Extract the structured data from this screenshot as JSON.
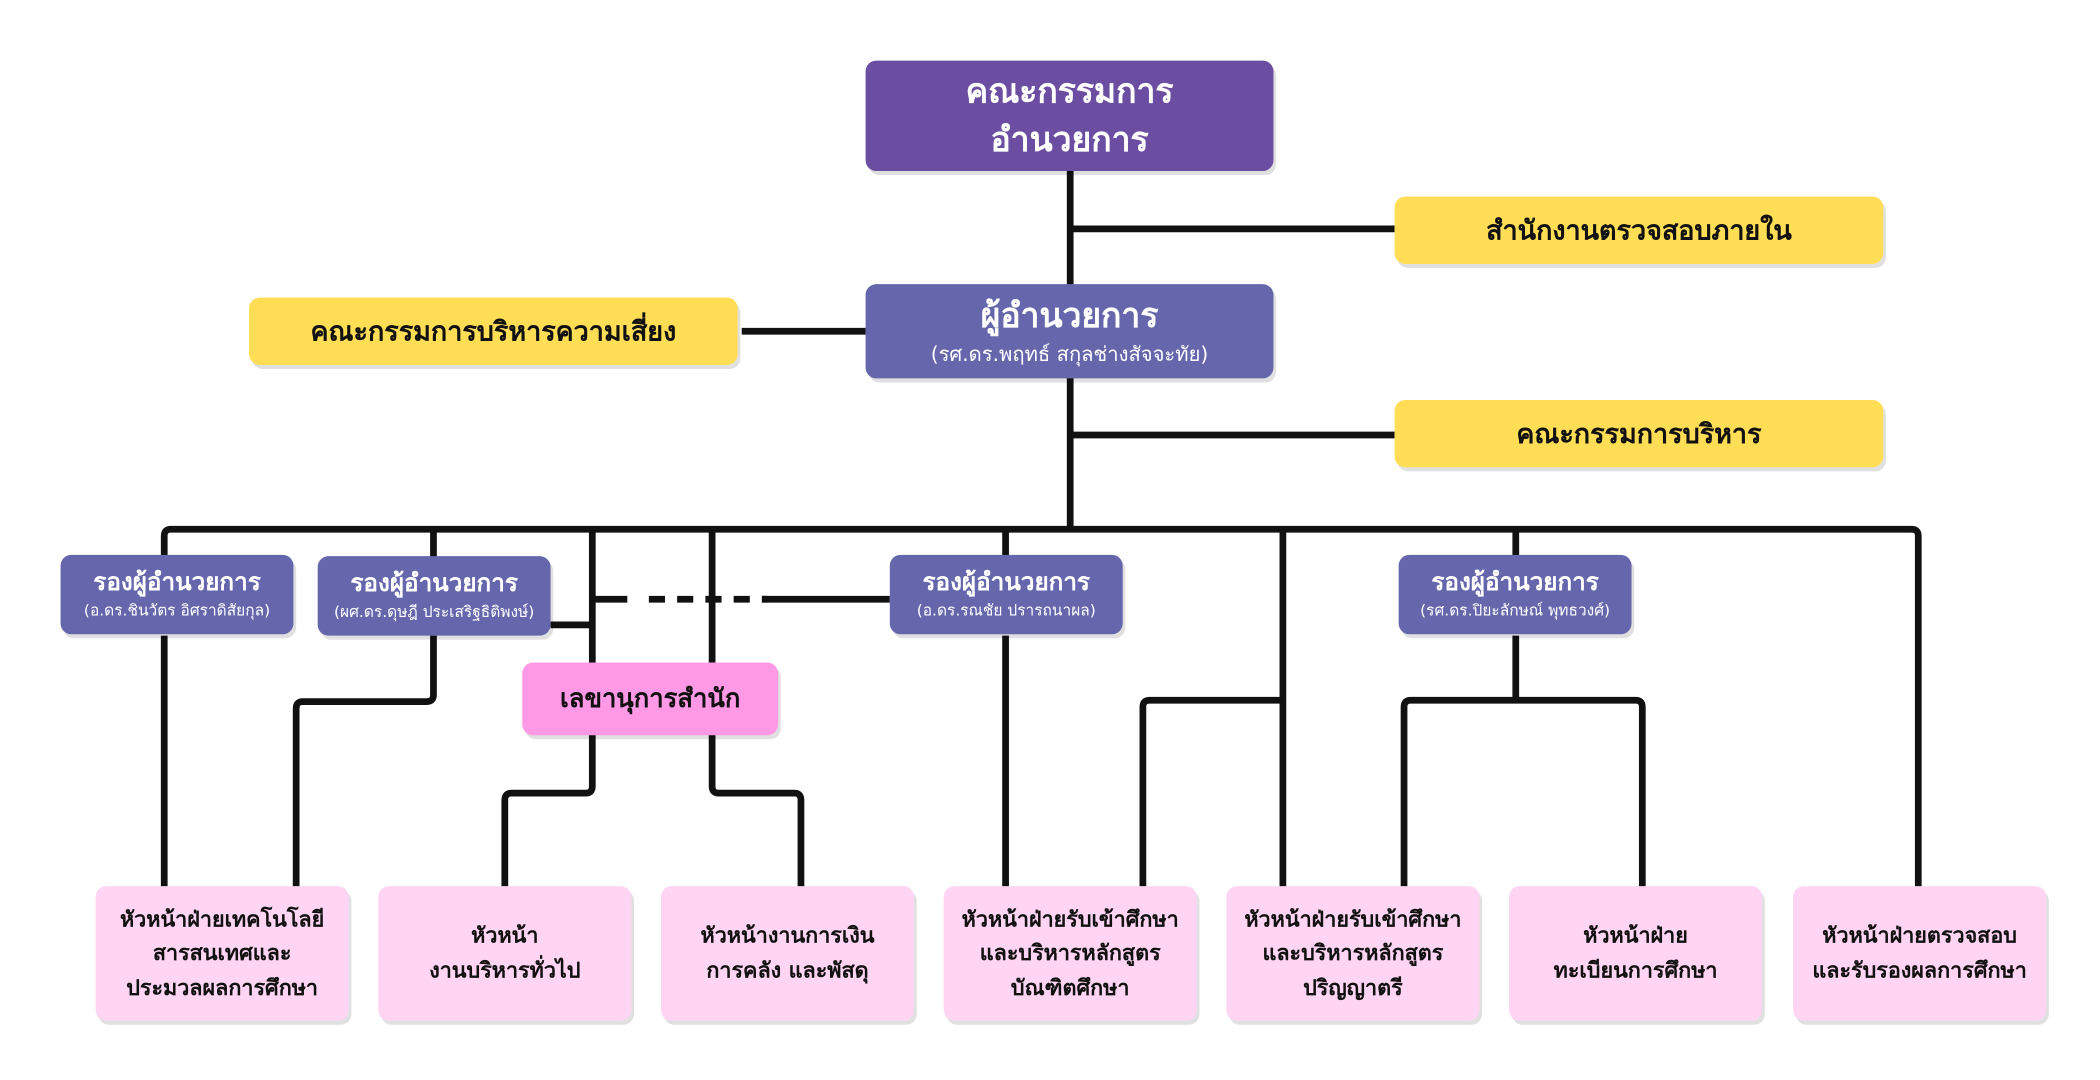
{
  "colors": {
    "board": "#6b4ea2",
    "director": "#6666ad",
    "deputy": "#6666ad",
    "yellow": "#ffdd55",
    "secretary": "#ff99e6",
    "unit": "#ffd5f3",
    "line": "#111111"
  },
  "board": {
    "lines": [
      "คณะกรรมการ",
      "อำนวยการ"
    ]
  },
  "director": {
    "title": "ผู้อำนวยการ",
    "subtitle": "(รศ.ดร.พฤทธ์ สกุลช่างสัจจะทัย)"
  },
  "internal_audit": {
    "label": "สำนักงานตรวจสอบภายใน"
  },
  "risk_committee": {
    "label": "คณะกรรมการบริหารความเสี่ยง"
  },
  "management_committee": {
    "label": "คณะกรรมการบริหาร"
  },
  "deputies": [
    {
      "title": "รองผู้อำนวยการ",
      "subtitle": "(อ.ดร.ชินวัตร อิศราดิสัยกุล)"
    },
    {
      "title": "รองผู้อำนวยการ",
      "subtitle": "(ผศ.ดร.ดุษฎี ประเสริฐธิติพงษ์)"
    },
    {
      "title": "รองผู้อำนวยการ",
      "subtitle": "(อ.ดร.รณชัย ปรารถนาผล)"
    },
    {
      "title": "รองผู้อำนวยการ",
      "subtitle": "(รศ.ดร.ปิยะลักษณ์ พุทธวงศ์)"
    }
  ],
  "secretary": {
    "label": "เลขานุการสำนัก"
  },
  "units": [
    {
      "lines": [
        "หัวหน้าฝ่ายเทคโนโลยี",
        "สารสนเทศและ",
        "ประมวลผลการศึกษา"
      ]
    },
    {
      "lines": [
        "หัวหน้า",
        "งานบริหารทั่วไป"
      ]
    },
    {
      "lines": [
        "หัวหน้างานการเงิน",
        "การคลัง และพัสดุ"
      ]
    },
    {
      "lines": [
        "หัวหน้าฝ่ายรับเข้าศึกษา",
        "และบริหารหลักสูตร",
        "บัณฑิตศึกษา"
      ]
    },
    {
      "lines": [
        "หัวหน้าฝ่ายรับเข้าศึกษา",
        "และบริหารหลักสูตร",
        "ปริญญาตรี"
      ]
    },
    {
      "lines": [
        "หัวหน้าฝ่าย",
        "ทะเบียนการศึกษา"
      ]
    },
    {
      "lines": [
        "หัวหน้าฝ่ายตรวจสอบ",
        "และรับรองผลการศึกษา"
      ]
    }
  ]
}
